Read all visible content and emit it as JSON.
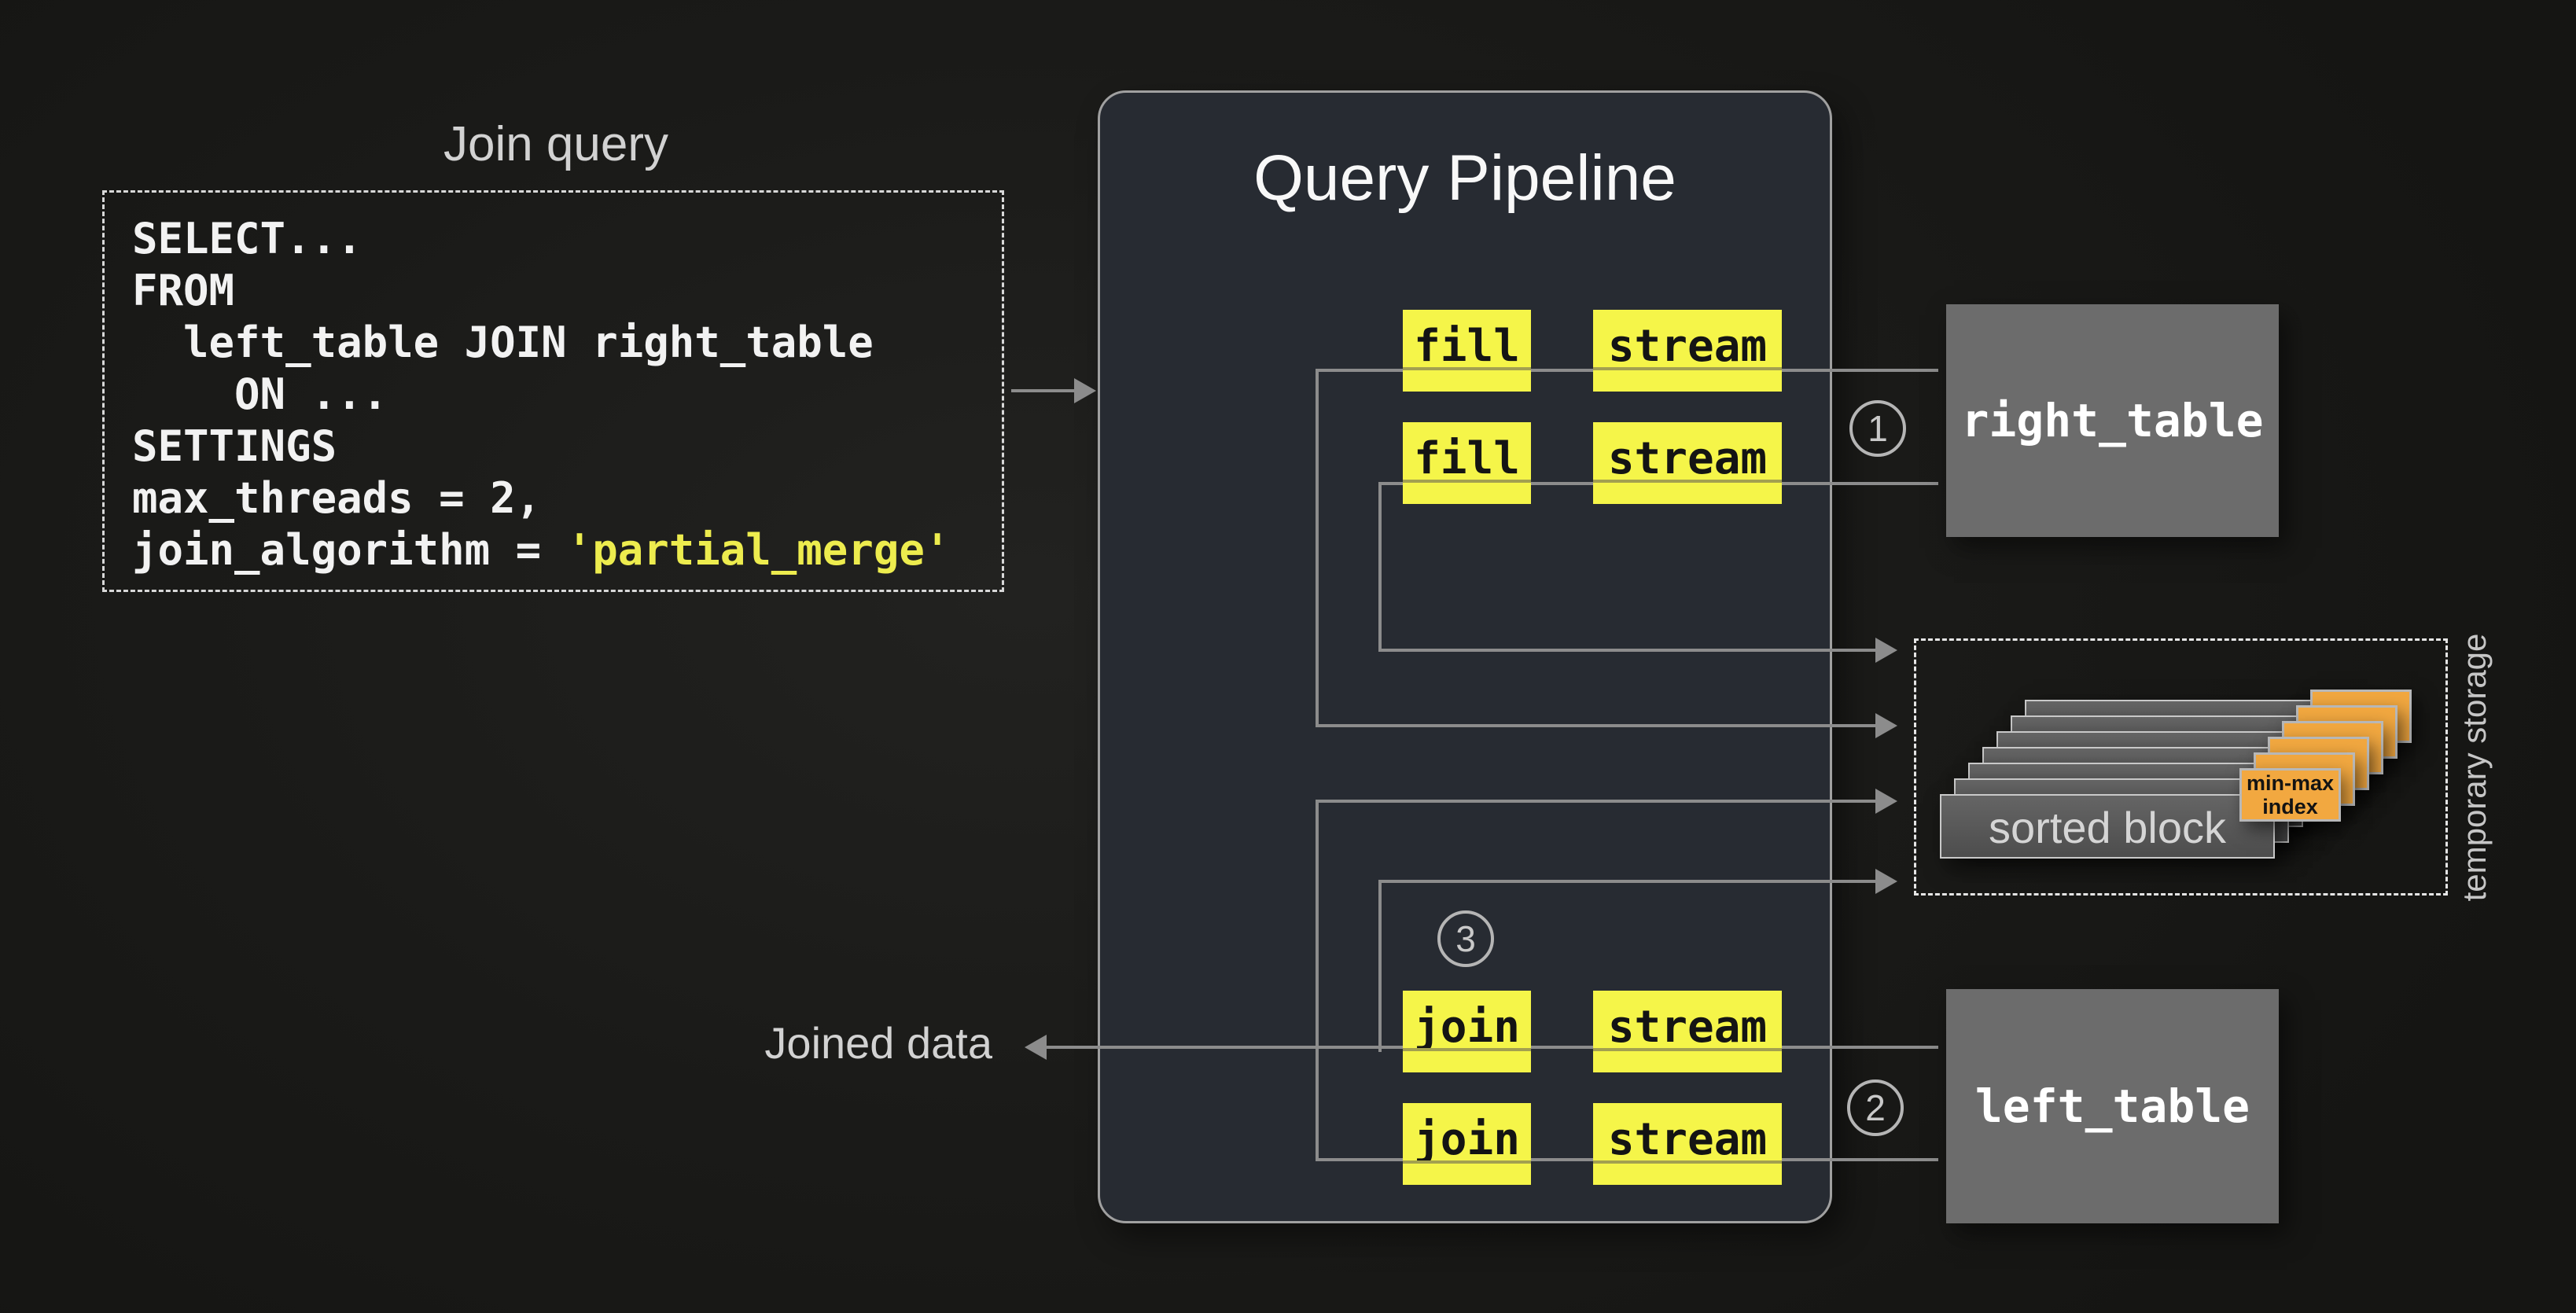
{
  "labels": {
    "join_query": "Join query",
    "joined_data": "Joined data",
    "temporary_storage": "temporary storage",
    "sorted_block": "sorted block",
    "min_max_line1": "min-max",
    "min_max_line2": "index"
  },
  "sql": {
    "lines": [
      "SELECT...",
      "FROM",
      "  left_table JOIN right_table",
      "    ON ...",
      "SETTINGS",
      "max_threads = 2,",
      "join_algorithm = "
    ],
    "string_literal": "'partial_merge'"
  },
  "pipeline": {
    "title": "Query Pipeline",
    "fill_label": "fill",
    "stream_label": "stream",
    "join_label": "join"
  },
  "tables": {
    "right": "right_table",
    "left": "left_table"
  },
  "steps": {
    "one": "1",
    "two": "2",
    "three": "3"
  },
  "colors": {
    "accent_yellow": "#f5f549",
    "string_yellow": "#edec4e",
    "orange": "#f2a840",
    "line_gray": "#8c8c8c",
    "panel_bg": "#272b32",
    "table_gray": "#6c6c6c",
    "page_bg": "#1a1a18"
  }
}
